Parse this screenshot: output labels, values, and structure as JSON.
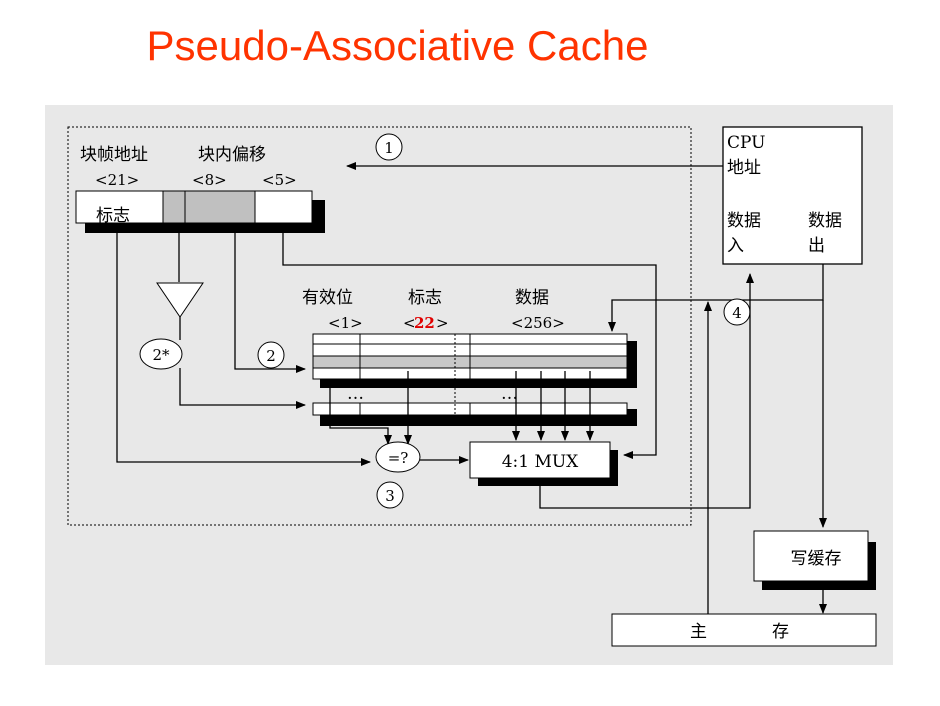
{
  "title": "Pseudo-Associative Cache",
  "address": {
    "block_frame_label": "块帧地址",
    "block_offset_label": "块内偏移",
    "widths": [
      "<21>",
      "<8>",
      "<5>"
    ],
    "tag_field": "标志"
  },
  "cpu": {
    "label": "CPU",
    "address": "地址",
    "data_in": "数据入",
    "data_in_line1": "数据",
    "data_in_line2": "入",
    "data_out_line1": "数据",
    "data_out_line2": "出"
  },
  "cache": {
    "valid_label": "有效位",
    "tag_label": "标志",
    "data_label": "数据",
    "valid_width": "<1>",
    "tag_width_open": "<",
    "tag_width_value": "22",
    "tag_width_close": ">",
    "data_width": "<256>",
    "ellipsis": "…"
  },
  "steps": {
    "s1": "1",
    "s2": "2",
    "s2star": "2*",
    "s3": "3",
    "s4": "4"
  },
  "compare": "=?",
  "mux": "4:1 MUX",
  "write_buffer": "写缓存",
  "main_memory": {
    "left": "主",
    "right": "存"
  },
  "colors": {
    "title": "#ff3300",
    "panel": "#e8e8e8",
    "highlight": "#e00000",
    "field_gray": "#c0c0c0"
  }
}
